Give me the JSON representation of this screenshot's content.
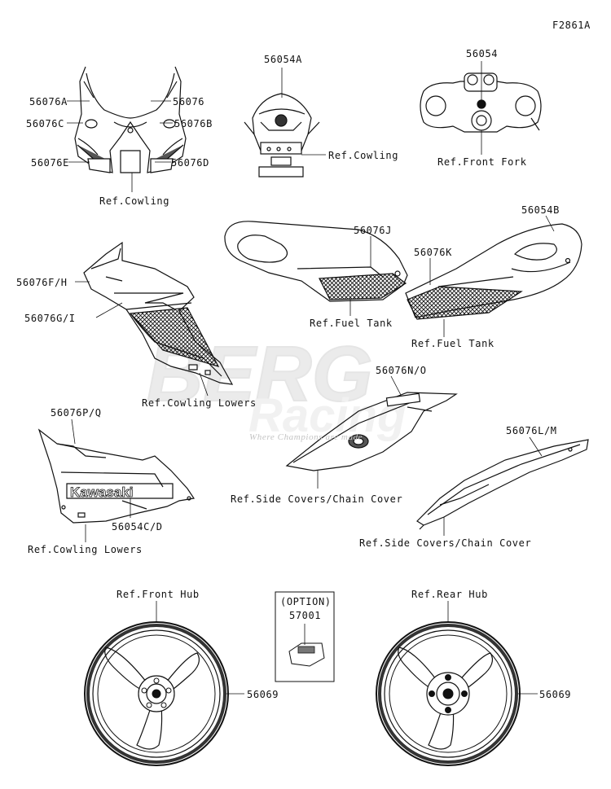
{
  "figure_id": "F2861A",
  "parts": {
    "p56054A": "56054A",
    "p56054": "56054",
    "p56076A": "56076A",
    "p56076": "56076",
    "p56076C": "56076C",
    "p56076B": "56076B",
    "p56076E": "56076E",
    "p56076D": "56076D",
    "p56076J": "56076J",
    "p56054B": "56054B",
    "p56076K": "56076K",
    "p56076FH": "56076F/H",
    "p56076GI": "56076G/I",
    "p56076NO": "56076N/O",
    "p56076PQ": "56076P/Q",
    "p56076LM": "56076L/M",
    "p56054CD": "56054C/D",
    "p56069a": "56069",
    "p56069b": "56069",
    "p57001": "57001"
  },
  "refs": {
    "cowling_top": "Ref.Cowling",
    "cowling_left": "Ref.Cowling",
    "front_fork": "Ref.Front Fork",
    "fuel_tank_1": "Ref.Fuel Tank",
    "fuel_tank_2": "Ref.Fuel Tank",
    "cowling_lowers_1": "Ref.Cowling Lowers",
    "cowling_lowers_2": "Ref.Cowling Lowers",
    "side_covers_1": "Ref.Side Covers/Chain Cover",
    "side_covers_2": "Ref.Side Covers/Chain Cover",
    "front_hub": "Ref.Front Hub",
    "rear_hub": "Ref.Rear Hub"
  },
  "option_label": "(OPTION)",
  "decal_text": "Kawasaki",
  "watermark": {
    "line1": "BERG",
    "line2": "Racing",
    "tagline": "Where Champions are made"
  }
}
